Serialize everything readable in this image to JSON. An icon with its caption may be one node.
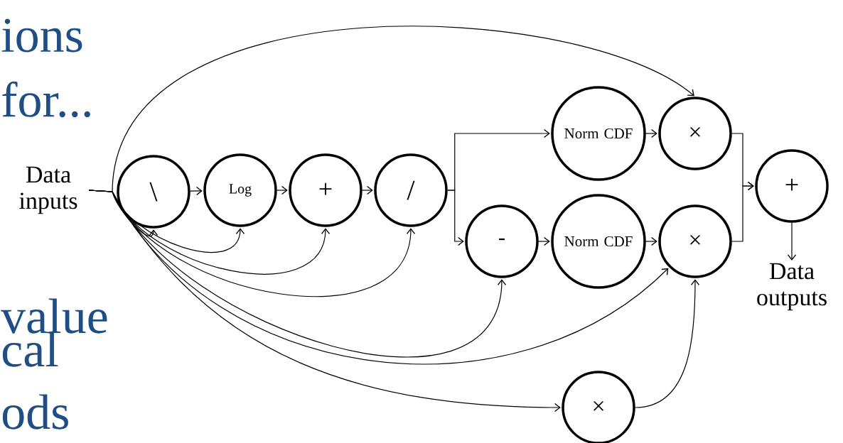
{
  "diagram": {
    "nodes": [
      {
        "text": [
          "Data inputs"
        ]
      },
      {
        "text": [
          "\\"
        ]
      },
      {
        "text": [
          "Log"
        ]
      },
      {
        "text": [
          "+"
        ]
      },
      {
        "text": [
          "/"
        ]
      },
      {
        "text": [
          "Norm CDF"
        ]
      },
      {
        "text": [
          "×"
        ]
      },
      {
        "text": [
          "-"
        ]
      },
      {
        "text": [
          "Norm CDF"
        ]
      },
      {
        "text": [
          "×"
        ]
      },
      {
        "text": [
          "+"
        ]
      },
      {
        "text": [
          "Data outputs"
        ]
      },
      {
        "text": [
          "×"
        ]
      }
    ],
    "edges": [
      {
        "from": 0,
        "to": 1,
        "arrow": "to"
      },
      {
        "from": 1,
        "to": 2,
        "arrow": "to"
      },
      {
        "from": 2,
        "to": 3,
        "arrow": "to"
      },
      {
        "from": 3,
        "to": 4,
        "arrow": "to"
      },
      {
        "from": 0,
        "to": 2,
        "arrow": "to"
      },
      {
        "from": 0,
        "to": 3,
        "arrow": "to"
      },
      {
        "from": 0,
        "to": 4,
        "arrow": "to"
      },
      {
        "from": 0,
        "to": 6,
        "arrow": "to"
      },
      {
        "from": 4,
        "to": 5,
        "arrow": "to"
      },
      {
        "from": 4,
        "to": 7,
        "arrow": "to"
      },
      {
        "from": 5,
        "to": 6,
        "arrow": "to"
      },
      {
        "from": 7,
        "to": 8,
        "arrow": "to"
      },
      {
        "from": 8,
        "to": 9,
        "arrow": "to"
      },
      {
        "from": 0,
        "to": 7,
        "arrow": "to"
      },
      {
        "from": 0,
        "to": 9,
        "arrow": "to"
      },
      {
        "from": 0,
        "to": 12,
        "arrow": "to"
      },
      {
        "from": 12,
        "to": 9,
        "arrow": "to"
      },
      {
        "from": 6,
        "to": 10,
        "arrow": "to"
      },
      {
        "from": 9,
        "to": 10,
        "arrow": "to"
      },
      {
        "from": 10,
        "to": 11,
        "arrow": "to"
      }
    ],
    "labels": [
      "ions",
      "for...",
      "value",
      "cal",
      "ods"
    ]
  }
}
